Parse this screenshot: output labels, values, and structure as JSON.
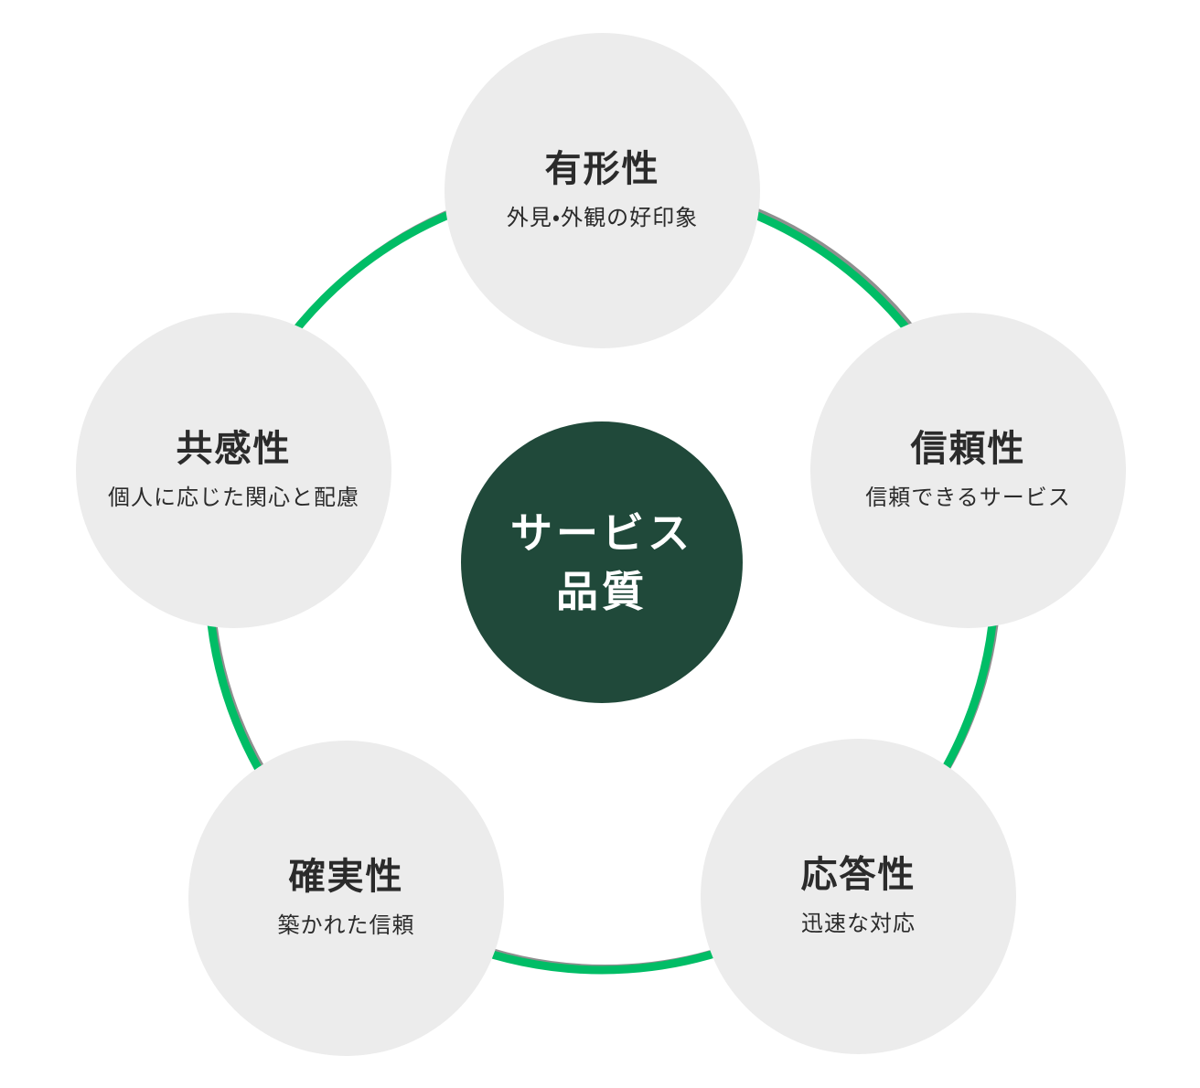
{
  "colors": {
    "background": "#ffffff",
    "node_fill": "#ececec",
    "node_text": "#2b2b2b",
    "center_fill": "#20493a",
    "center_text": "#ffffff",
    "ring": "#00bd66",
    "ring_shadow": "#8f8f8f"
  },
  "center": {
    "line1": "サービス",
    "line2": "品質"
  },
  "nodes": [
    {
      "id": "tangibility",
      "position": "top",
      "title": "有形性",
      "subtitle": "外見・外観の好印象"
    },
    {
      "id": "reliability",
      "position": "right",
      "title": "信頼性",
      "subtitle": "信頼できるサービス"
    },
    {
      "id": "responsiveness",
      "position": "bottom-right",
      "title": "応答性",
      "subtitle": "迅速な対応"
    },
    {
      "id": "assurance",
      "position": "bottom-left",
      "title": "確実性",
      "subtitle": "築かれた信頼"
    },
    {
      "id": "empathy",
      "position": "left",
      "title": "共感性",
      "subtitle": "個人に応じた関心と配慮"
    }
  ]
}
